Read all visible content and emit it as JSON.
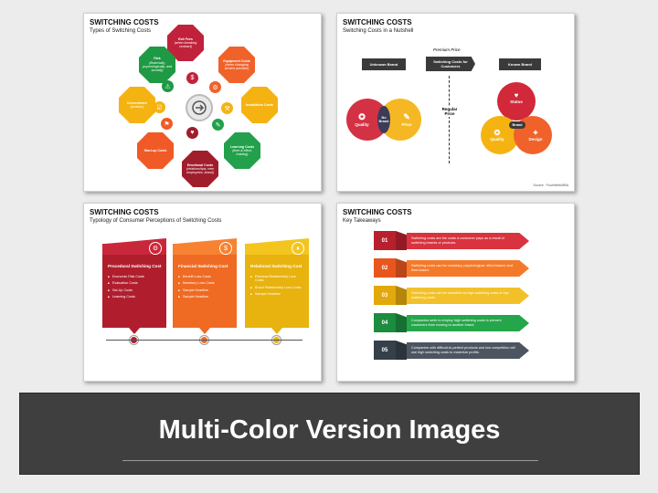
{
  "slide1": {
    "title": "SWITCHING COSTS",
    "subtitle": "Types of Switching Costs",
    "petals": [
      {
        "title": "Exit Fees",
        "desc": "(when breaking contract)",
        "color": "#c0223b"
      },
      {
        "title": "Equipment Costs",
        "desc": "(when changing service provider)",
        "color": "#f0622a"
      },
      {
        "title": "Installation Costs",
        "desc": "",
        "color": "#f5b312"
      },
      {
        "title": "Learning Costs",
        "desc": "(time & effort, training)",
        "color": "#22a04b"
      },
      {
        "title": "Emotional Costs",
        "desc": "(relationships, new employees, brand)",
        "color": "#a01d2c"
      },
      {
        "title": "Start-up Costs",
        "desc": "",
        "color": "#ef5a27"
      },
      {
        "title": "Convenience",
        "desc": "(location)",
        "color": "#f5b312"
      },
      {
        "title": "Risk",
        "desc": "(financially, psychologically, and socially)",
        "color": "#1e9944"
      }
    ]
  },
  "slide2": {
    "title": "SWITCHING COSTS",
    "subtitle": "Switching Costs in a Nutshell",
    "premium_price": "Premium Price",
    "switching_label": "Switching Costs for Customers",
    "unknown_brand": "Unknown Brand",
    "known_brand": "Known Brand",
    "regular_price": "Regular Price",
    "quality": "Quality",
    "no_brand": "No Brand",
    "price": "Price",
    "status": "Status",
    "brand": "Brand",
    "quality2": "Quality",
    "design": "Design",
    "source": "Source : FourWeekMBA"
  },
  "slide3": {
    "title": "SWITCHING COSTS",
    "subtitle": "Typology of Consumer Perceptions of Switching Costs",
    "cards": [
      {
        "title": "Procedural Switching Cost",
        "items": [
          "Economic Risk Costs",
          "Evaluation Costs",
          "Set-Up Costs",
          "Learning Costs"
        ],
        "color": "#b01e2d",
        "tab": "#c8283a"
      },
      {
        "title": "Financial Switching Cost",
        "items": [
          "Benefit Loss Costs",
          "Monetary Loss Costs",
          "Sample Headline",
          "Sample Headline"
        ],
        "color": "#ef6a22",
        "tab": "#f78232"
      },
      {
        "title": "Relational Switching Cost",
        "items": [
          "Personal Relationship Loss Costs",
          "Brand Relationship Loss Costs",
          "Sample Headline"
        ],
        "color": "#e8b20f",
        "tab": "#f3c51e"
      }
    ]
  },
  "slide4": {
    "title": "SWITCHING COSTS",
    "subtitle": "Key Takeaways",
    "rows": [
      {
        "num": "01",
        "text": "Switching costs are the costs a consumer pays as a result of switching brands or products.",
        "color": "#b8202e",
        "bar": "#d8333f"
      },
      {
        "num": "02",
        "text": "Switching costs can be monetary, psychological, effort-based, and time-based.",
        "color": "#e8561e",
        "bar": "#f47a2a"
      },
      {
        "num": "03",
        "text": "Switching costs can be classified as high switching costs or low switching costs.",
        "color": "#e3a80c",
        "bar": "#f2c12a"
      },
      {
        "num": "04",
        "text": "Companies seek to employ high switching costs to prevent customers from moving to another brand.",
        "color": "#1c8c3e",
        "bar": "#25a64a"
      },
      {
        "num": "05",
        "text": "Companies with difficult-to-perfect products and low competition will use high switching costs to maximize profits.",
        "color": "#36404a",
        "bar": "#4c5560"
      }
    ]
  },
  "banner": {
    "text": "Multi-Color Version Images"
  }
}
